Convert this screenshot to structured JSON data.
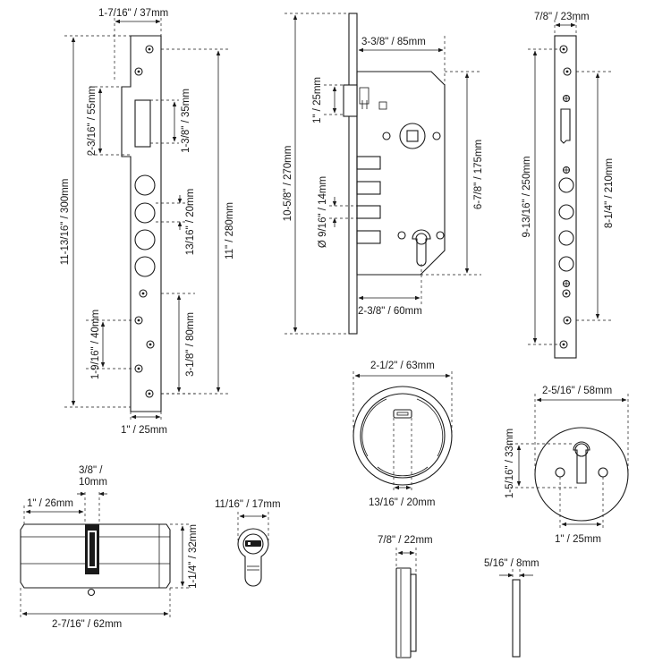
{
  "labels": {
    "faceplate_top_width": "1-7/16\" / 37mm",
    "faceplate_total_height": "11-13/16\" / 300mm",
    "faceplate_latch_height": "2-3/16\" / 55mm",
    "faceplate_deadbolt_height": "1-3/8\" / 35mm",
    "faceplate_inner_height": "11\" / 280mm",
    "faceplate_roller_gap": "13/16\" / 20mm",
    "faceplate_screw_pitch": "1-9/16\" / 40mm",
    "faceplate_lower_span": "3-1/8\" / 80mm",
    "faceplate_width": "1\" / 25mm",
    "lock_total_height": "10-5/8\" / 270mm",
    "lock_body_width": "3-3/8\" / 85mm",
    "lock_bolt_height": "1\" / 25mm",
    "lock_body_height": "6-7/8\" / 175mm",
    "lock_dia": "Ø 9/16\" / 14mm",
    "lock_backset": "2-3/8\" / 60mm",
    "strike_width": "7/8\" / 23mm",
    "strike_height": "9-13/16\" / 250mm",
    "strike_inner_height": "8-1/4\" / 210mm",
    "rosette_diameter": "2-1/2\" / 63mm",
    "rosette_keyway": "13/16\" / 20mm",
    "escutcheon_diameter": "2-5/16\" / 58mm",
    "escutcheon_height": "1-5/16\" / 33mm",
    "escutcheon_hole_spacing": "1\" / 25mm",
    "cylinder_cam_width_line1": "3/8\" /",
    "cylinder_cam_width_line2": "10mm",
    "cylinder_offset": "1\" / 26mm",
    "cylinder_height": "1-1/4\" / 32mm",
    "cylinder_length": "2-7/16\" / 62mm",
    "cylinder_profile_width": "11/16\" / 17mm",
    "rosette_side_thickness": "7/8\" / 22mm",
    "escutcheon_side_thickness": "5/16\" / 8mm"
  },
  "icons": [
    "screw-icon",
    "key-icon"
  ],
  "colors": {
    "line": "#1a1a1a",
    "background": "#ffffff"
  }
}
